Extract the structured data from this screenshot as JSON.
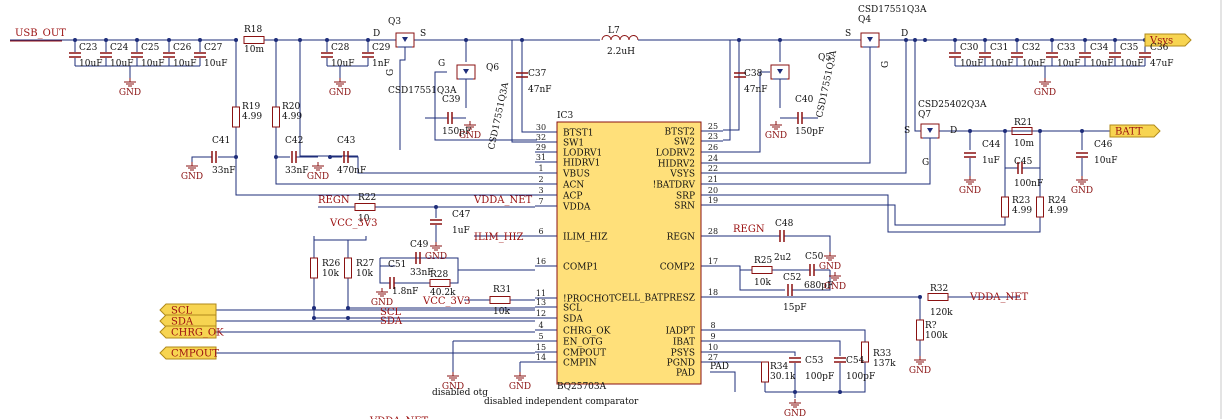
{
  "colors": {
    "wire": "#1e2d7a",
    "red": "#8a1111",
    "blue": "#2c3aa6",
    "ic": "#ffe07a",
    "net": "#9b1010",
    "pinnum": "#222222",
    "port": "#f7d451"
  },
  "nets": {
    "usb_out": "USB_OUT",
    "vsys": "Vsys",
    "batt": "BATT",
    "regn1": "REGN",
    "regn2": "REGN",
    "vdda1": "VDDA_NET",
    "vdda2": "VDDA_NET",
    "vcc1": "VCC_3V3",
    "vcc2": "VCC_3V3",
    "ilim": "ILIM_HIZ",
    "scl": "SCL",
    "sda": "SDA",
    "chrg_ok": "CHRG_OK",
    "cmpout": "CMPOUT",
    "pad": "PAD",
    "cut": "VDDA_NET"
  },
  "ic": {
    "ref": "IC3",
    "part": "BQ25703A",
    "left": [
      {
        "n": "30",
        "name": "BTST1"
      },
      {
        "n": "32",
        "name": "SW1"
      },
      {
        "n": "29",
        "name": "LODRV1"
      },
      {
        "n": "31",
        "name": "HIDRV1"
      },
      {
        "n": "1",
        "name": "VBUS"
      },
      {
        "n": "2",
        "name": "ACN"
      },
      {
        "n": "3",
        "name": "ACP"
      },
      {
        "n": "7",
        "name": "VDDA"
      },
      {
        "n": "6",
        "name": "ILIM_HIZ"
      },
      {
        "n": "16",
        "name": "COMP1"
      },
      {
        "n": "11",
        "name": "!PROCHOT"
      },
      {
        "n": "13",
        "name": "SCL"
      },
      {
        "n": "12",
        "name": "SDA"
      },
      {
        "n": "4",
        "name": "CHRG_OK"
      },
      {
        "n": "5",
        "name": "EN_OTG"
      },
      {
        "n": "15",
        "name": "CMPOUT"
      },
      {
        "n": "14",
        "name": "CMPIN"
      }
    ],
    "right": [
      {
        "n": "25",
        "name": "BTST2"
      },
      {
        "n": "23",
        "name": "SW2"
      },
      {
        "n": "26",
        "name": "LODRV2"
      },
      {
        "n": "24",
        "name": "HIDRV2"
      },
      {
        "n": "22",
        "name": "VSYS"
      },
      {
        "n": "21",
        "name": "!BATDRV"
      },
      {
        "n": "20",
        "name": "SRP"
      },
      {
        "n": "19",
        "name": "SRN"
      },
      {
        "n": "28",
        "name": "REGN"
      },
      {
        "n": "17",
        "name": "COMP2"
      },
      {
        "n": "18",
        "name": "CELL_BATPRESZ"
      },
      {
        "n": "8",
        "name": "IADPT"
      },
      {
        "n": "9",
        "name": "IBAT"
      },
      {
        "n": "10",
        "name": "PSYS"
      },
      {
        "n": "27",
        "name": "PGND"
      },
      {
        "n": "",
        "name": "PAD"
      }
    ]
  },
  "components": [
    {
      "ref": "C23",
      "value": "10uF"
    },
    {
      "ref": "C24",
      "value": "10uF"
    },
    {
      "ref": "C25",
      "value": "10uF"
    },
    {
      "ref": "C26",
      "value": "10uF"
    },
    {
      "ref": "C27",
      "value": "10uF"
    },
    {
      "ref": "R18",
      "value": "10m"
    },
    {
      "ref": "C28",
      "value": "10uF"
    },
    {
      "ref": "C29",
      "value": "1nF"
    },
    {
      "ref": "Q3",
      "value": "CSD17551Q3A"
    },
    {
      "ref": "Q6",
      "value": "CSD17551Q3A"
    },
    {
      "ref": "L7",
      "value": "2.2uH"
    },
    {
      "ref": "C37",
      "value": "47nF"
    },
    {
      "ref": "C38",
      "value": "47nF"
    },
    {
      "ref": "Q5",
      "value": "CSD17551Q3A"
    },
    {
      "ref": "Q4",
      "value": "CSD17551Q3A"
    },
    {
      "ref": "C30",
      "value": "10uF"
    },
    {
      "ref": "C31",
      "value": "10uF"
    },
    {
      "ref": "C32",
      "value": "10uF"
    },
    {
      "ref": "C33",
      "value": "10uF"
    },
    {
      "ref": "C34",
      "value": "10uF"
    },
    {
      "ref": "C35",
      "value": "10uF"
    },
    {
      "ref": "C36",
      "value": "47uF"
    },
    {
      "ref": "R19",
      "value": "4.99"
    },
    {
      "ref": "R20",
      "value": "4.99"
    },
    {
      "ref": "C41",
      "value": "33nF"
    },
    {
      "ref": "C42",
      "value": "33nF"
    },
    {
      "ref": "C43",
      "value": "470nF"
    },
    {
      "ref": "C39",
      "value": "150pF"
    },
    {
      "ref": "C40",
      "value": "150pF"
    },
    {
      "ref": "Q7",
      "value": "CSD25402Q3A"
    },
    {
      "ref": "R21",
      "value": "10m"
    },
    {
      "ref": "C44",
      "value": "1uF"
    },
    {
      "ref": "C45",
      "value": "100nF"
    },
    {
      "ref": "C46",
      "value": "10uF"
    },
    {
      "ref": "R23",
      "value": "4.99"
    },
    {
      "ref": "R24",
      "value": "4.99"
    },
    {
      "ref": "R22",
      "value": "10"
    },
    {
      "ref": "C47",
      "value": "1uF"
    },
    {
      "ref": "C48",
      "value": "2u2"
    },
    {
      "ref": "C49",
      "value": "33nF"
    },
    {
      "ref": "C50",
      "value": "680pF"
    },
    {
      "ref": "C51",
      "value": "1.8nF"
    },
    {
      "ref": "R25",
      "value": "10k"
    },
    {
      "ref": "C52",
      "value": "15pF"
    },
    {
      "ref": "R26",
      "value": "10k"
    },
    {
      "ref": "R27",
      "value": "10k"
    },
    {
      "ref": "R28",
      "value": "40.2k"
    },
    {
      "ref": "R31",
      "value": "10k"
    },
    {
      "ref": "R32",
      "value": "120k"
    },
    {
      "ref": "R?",
      "value": "100k"
    },
    {
      "ref": "R33",
      "value": "137k"
    },
    {
      "ref": "R34",
      "value": "30.1k"
    },
    {
      "ref": "C53",
      "value": "100pF"
    },
    {
      "ref": "C54",
      "value": "100pF"
    }
  ],
  "misc": {
    "gnd": "GND",
    "d": "D",
    "s": "S",
    "g": "G",
    "disabled_otg": "disabled otg",
    "disabled_cmp": "disabled independent comparator"
  }
}
